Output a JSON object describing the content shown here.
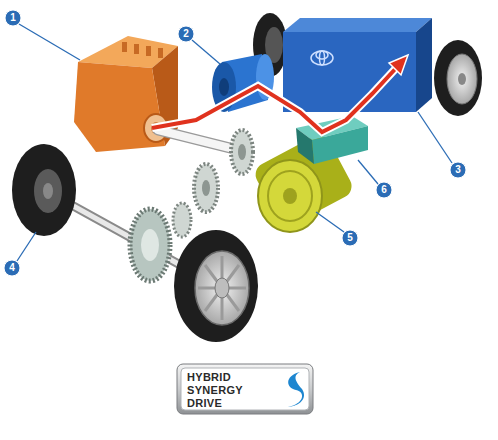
{
  "diagram": {
    "nodes": [
      {
        "text": [
          "HYBRID SYNERGY DRIVE"
        ]
      }
    ],
    "labels": [
      "1",
      "2",
      "3",
      "4",
      "5",
      "6"
    ]
  }
}
